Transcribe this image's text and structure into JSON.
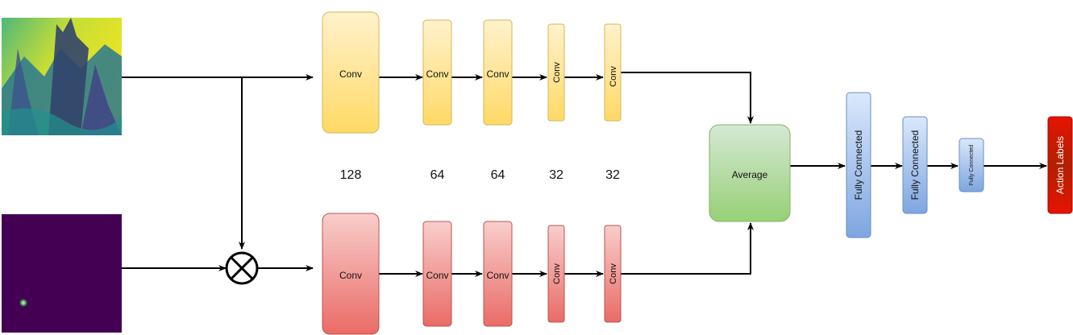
{
  "top_branch": {
    "blocks": [
      "Conv",
      "Conv",
      "Conv",
      "Conv",
      "Conv"
    ]
  },
  "bottom_branch": {
    "blocks": [
      "Conv",
      "Conv",
      "Conv",
      "Conv",
      "Conv"
    ]
  },
  "channel_sizes": [
    "128",
    "64",
    "64",
    "32",
    "32"
  ],
  "average": "Average",
  "fully_connected": [
    "Fully Connected",
    "Fully Connected",
    "Fully Connected"
  ],
  "output": "Action Labels",
  "colors": {
    "conv_top": "#ffd966",
    "conv_bottom": "#ea6b66",
    "average": "#97d077",
    "fully_connected": "#7ea6e0",
    "output": "#e51400",
    "arrow": "#000000"
  }
}
